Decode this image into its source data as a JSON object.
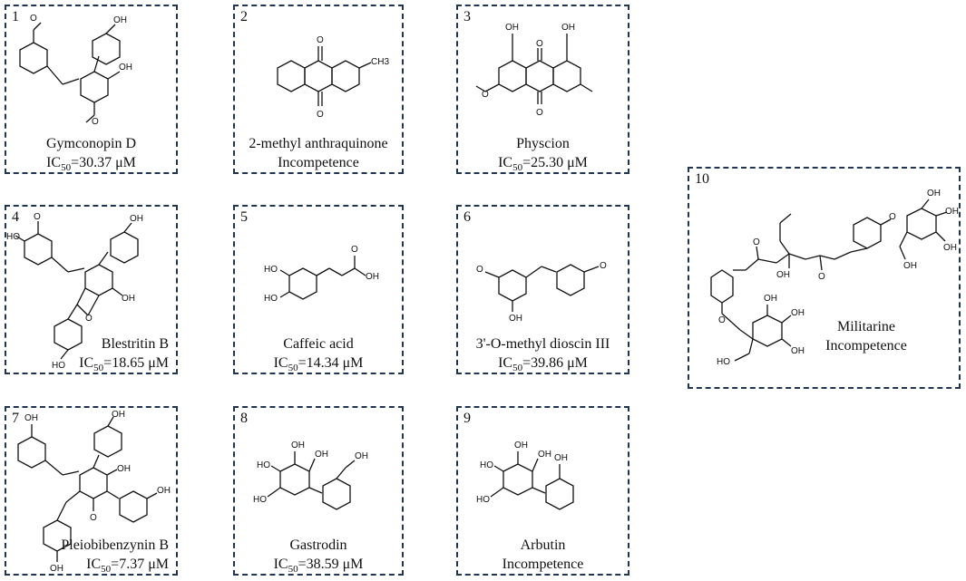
{
  "compounds": [
    {
      "num": "1",
      "name": "Gymconopin D",
      "ic50_prefix": "IC",
      "ic50_sub": "50",
      "ic50_value": "=30.37 μM"
    },
    {
      "num": "2",
      "name": "2-methyl anthraquinone",
      "activity": "Incompetence"
    },
    {
      "num": "3",
      "name": "Physcion",
      "ic50_prefix": "IC",
      "ic50_sub": "50",
      "ic50_value": "=25.30 μM"
    },
    {
      "num": "4",
      "name": "Blestritin B",
      "ic50_prefix": "IC",
      "ic50_sub": "50",
      "ic50_value": "=18.65 μM"
    },
    {
      "num": "5",
      "name": "Caffeic acid",
      "ic50_prefix": "IC",
      "ic50_sub": "50",
      "ic50_value": "=14.34 μM"
    },
    {
      "num": "6",
      "name": "3'-O-methyl dioscin III",
      "ic50_prefix": "IC",
      "ic50_sub": "50",
      "ic50_value": "=39.86 μM"
    },
    {
      "num": "7",
      "name": "Pleiobibenzynin B",
      "ic50_prefix": "IC",
      "ic50_sub": "50",
      "ic50_value": "=7.37 μM"
    },
    {
      "num": "8",
      "name": "Gastrodin",
      "ic50_prefix": "IC",
      "ic50_sub": "50",
      "ic50_value": "=38.59 μM"
    },
    {
      "num": "9",
      "name": "Arbutin",
      "activity": "Incompetence"
    },
    {
      "num": "10",
      "name": "Militarine",
      "activity": "Incompetence"
    }
  ],
  "atoms": {
    "oh": "OH",
    "ho": "HO",
    "o": "O",
    "ch3": "CH3"
  }
}
